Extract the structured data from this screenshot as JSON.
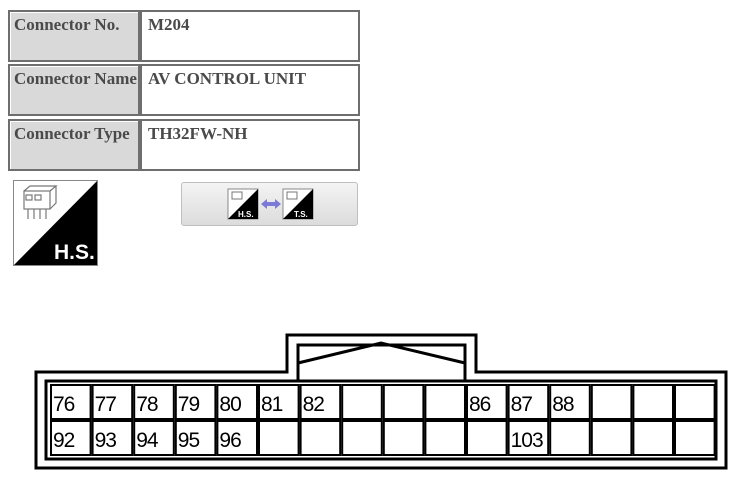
{
  "connector": {
    "no_label": "Connector No.",
    "no_value": "M204",
    "name_label": "Connector Name",
    "name_value": "AV CONTROL UNIT",
    "type_label": "Connector Type",
    "type_value": "TH32FW-NH"
  },
  "icons": {
    "hs_badge_text": "H.S.",
    "toggle_left_text": "H.S.",
    "toggle_right_text": "T.S."
  },
  "pins": {
    "top_row": [
      "76",
      "77",
      "78",
      "79",
      "80",
      "81",
      "82",
      "",
      "",
      "",
      "86",
      "87",
      "88",
      "",
      "",
      ""
    ],
    "bottom_row": [
      "92",
      "93",
      "94",
      "95",
      "96",
      "",
      "",
      "",
      "",
      "",
      "",
      "103",
      "",
      "",
      "",
      ""
    ]
  },
  "colors": {
    "label_bg": "#d9d9d9",
    "border": "#6e6e6e",
    "text": "#4a4a4a",
    "arrow": "#7b7bd6"
  }
}
